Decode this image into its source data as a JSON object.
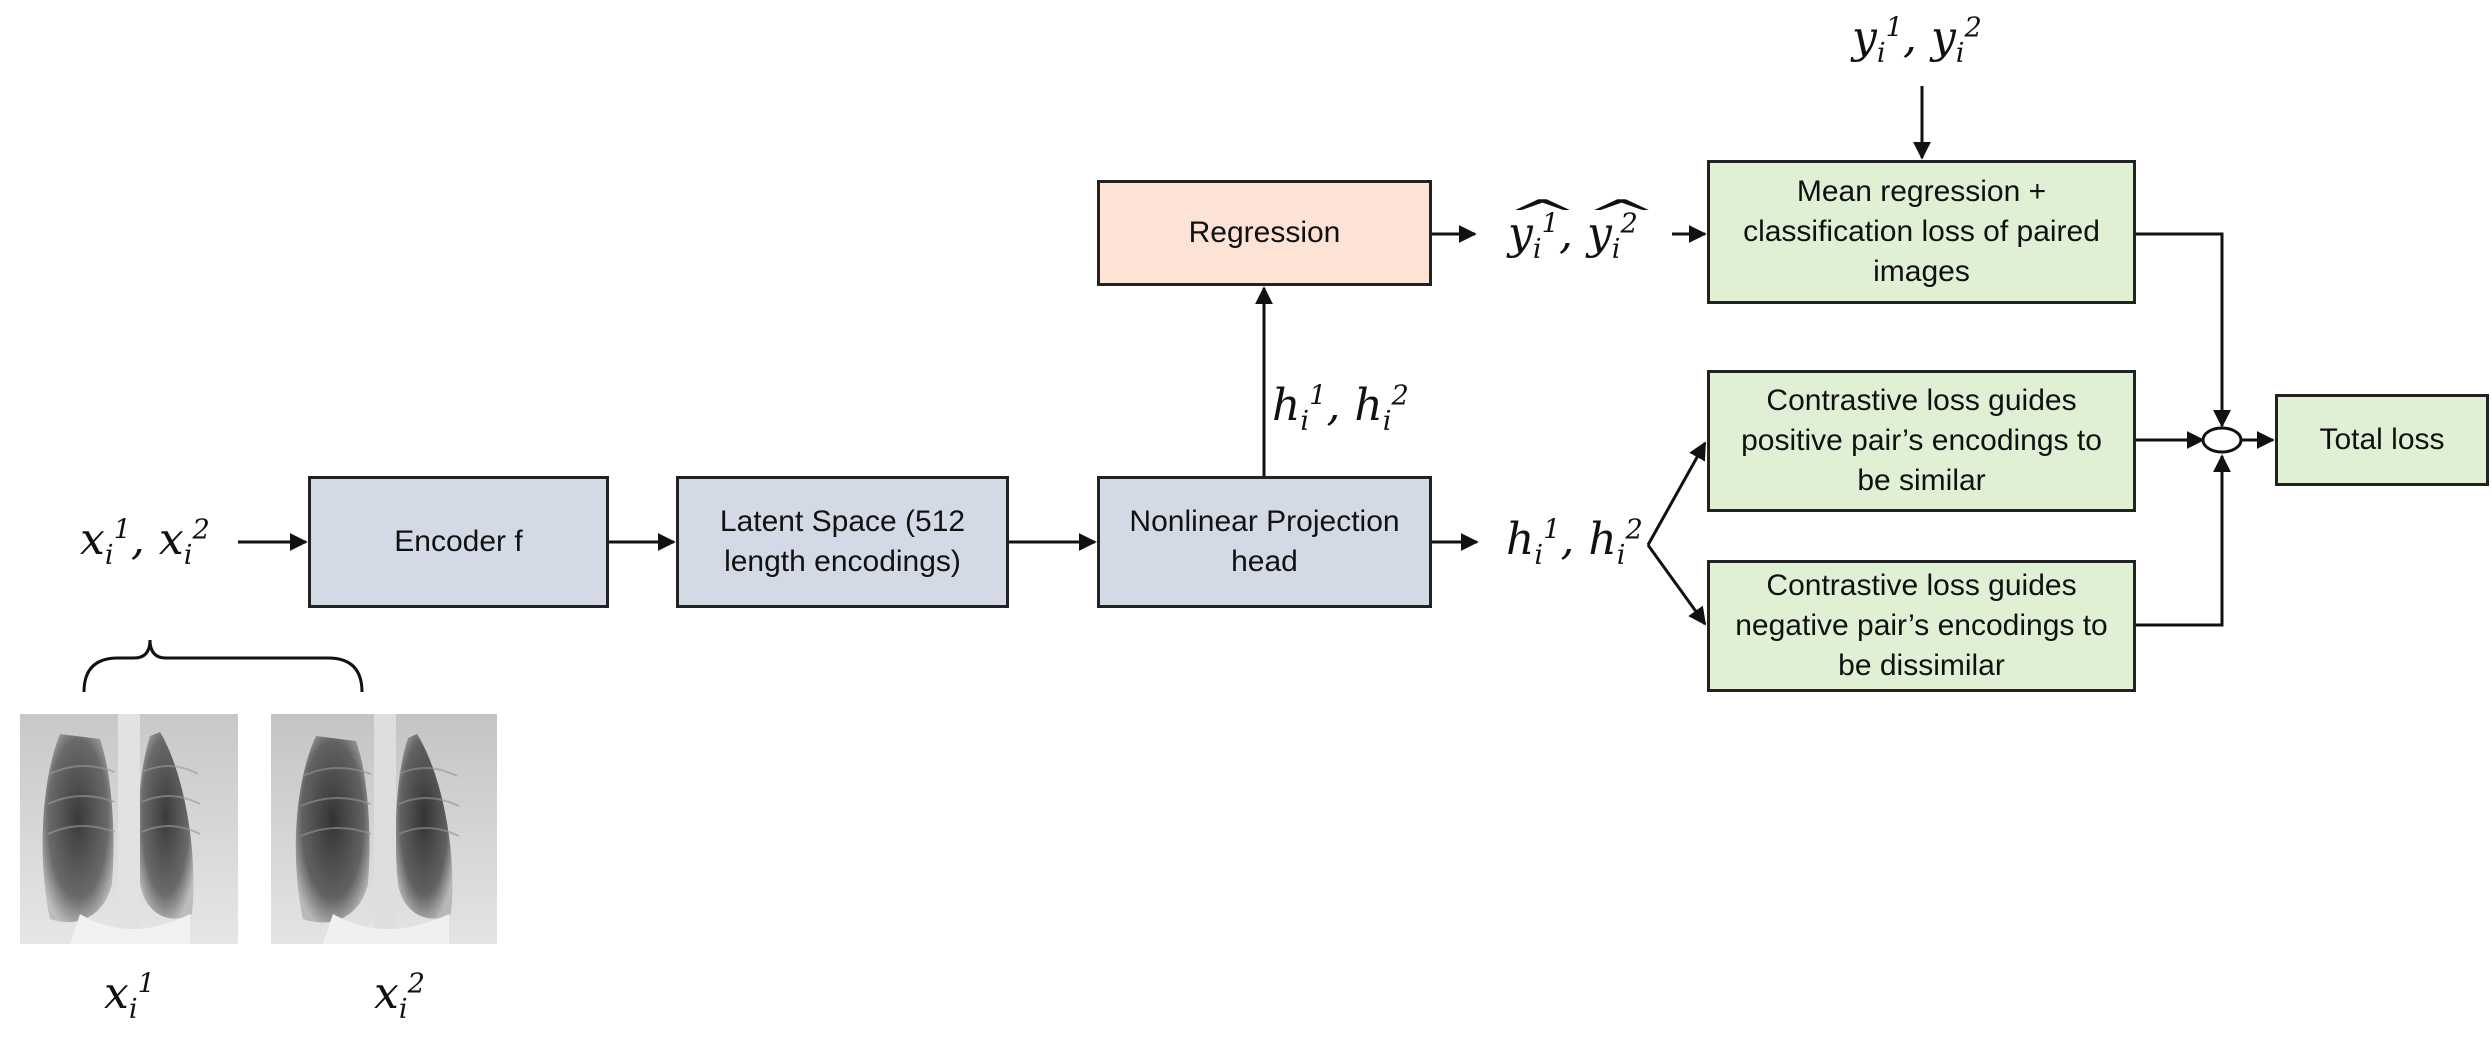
{
  "colors": {
    "gray_box": "#d4dae5",
    "orange_box": "#fde3d6",
    "green_box": "#dff0d5",
    "stroke": "#222222"
  },
  "boxes": {
    "encoder": "Encoder f",
    "latent_space": "Latent Space (512 length encodings)",
    "projection_head": "Nonlinear Projection head",
    "regression": "Regression",
    "mean_regression_loss": "Mean regression + classification loss of paired images",
    "contrastive_positive": "Contrastive loss guides positive pair’s encodings to be similar",
    "contrastive_negative": "Contrastive loss guides negative pair’s encodings to be dissimilar",
    "total_loss": "Total loss"
  },
  "labels": {
    "input_pair": {
      "base": "x",
      "sub": "i",
      "sup1": "1",
      "sup2": "2"
    },
    "image_1": {
      "base": "x",
      "sub": "i",
      "sup": "1"
    },
    "image_2": {
      "base": "x",
      "sub": "i",
      "sup": "2"
    },
    "h_upper": {
      "base": "h",
      "sub": "i",
      "sup1": "1",
      "sup2": "2"
    },
    "h_right": {
      "base": "h",
      "sub": "i",
      "sup1": "1",
      "sup2": "2"
    },
    "y_hat": {
      "base": "y",
      "sub": "i",
      "sup1": "1",
      "sup2": "2"
    },
    "y_true": {
      "base": "y",
      "sub": "i",
      "sup1": "1",
      "sup2": "2"
    }
  }
}
